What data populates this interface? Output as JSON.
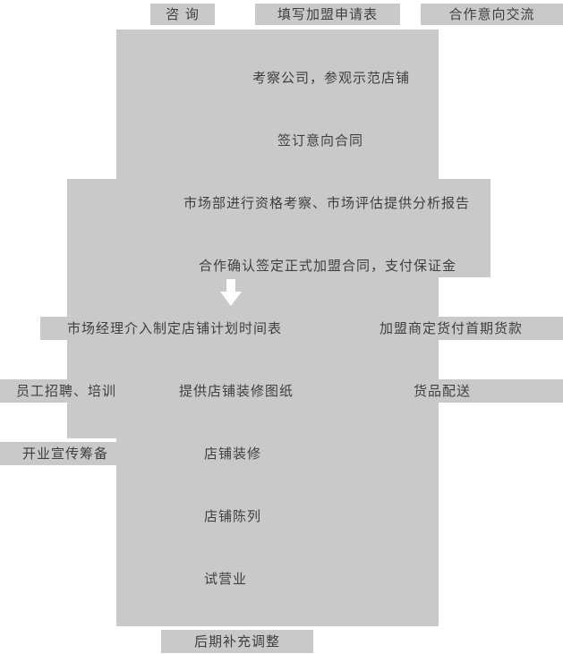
{
  "diagram": {
    "type": "flowchart",
    "top_row": {
      "consult": "咨 询",
      "application": "填写加盟申请表",
      "cooperation": "合作意向交流"
    },
    "main_flow": {
      "visit": "考察公司，参观示范店铺",
      "sign_intent": "签订意向合同",
      "market_assess": "市场部进行资格考察、市场评估提供分析报告",
      "formal_contract": "合作确认签定正式加盟合同，支付保证金",
      "store_plan": "市场经理介入制定店铺计划时间表",
      "first_payment": "加盟商定货付首期货款",
      "staff": "员工招聘、培训",
      "drawings": "提供店铺装修图纸",
      "delivery": "货品配送",
      "opening_promo": "开业宣传筹备",
      "decoration": "店铺装修",
      "display": "店铺陈列",
      "trial": "试营业",
      "adjustment": "后期补充调整"
    },
    "icons": {
      "down_arrow": "down-arrow-icon"
    },
    "colors": {
      "box": "#c9c9c9",
      "text": "#3f3f3f",
      "arrow": "#ffffff",
      "background": "#ffffff"
    }
  }
}
